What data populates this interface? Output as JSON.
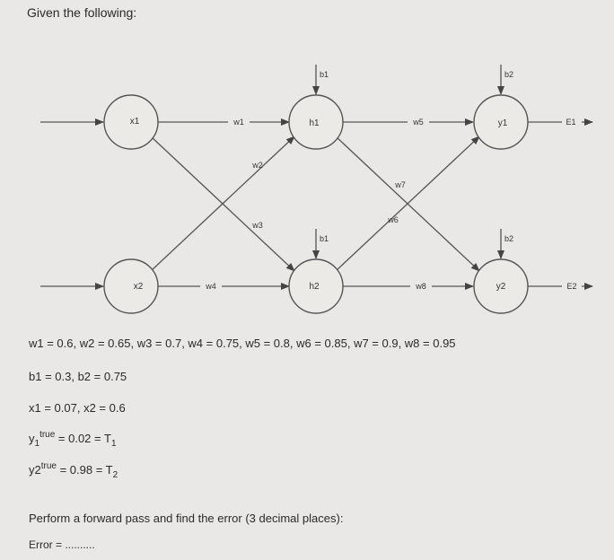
{
  "title": "Given the following:",
  "network": {
    "nodes": {
      "x1": "x1",
      "x2": "x2",
      "h1": "h1",
      "h2": "h2",
      "y1": "y1",
      "y2": "y2"
    },
    "weights": {
      "w1": "w1",
      "w2": "w2",
      "w3": "w3",
      "w4": "w4",
      "w5": "w5",
      "w6": "w6",
      "w7": "w7",
      "w8": "w8"
    },
    "biases": {
      "h1": "b1",
      "h2": "b1",
      "y1": "b2",
      "y2": "b2"
    },
    "outputs": {
      "e1": "E1",
      "e2": "E2"
    }
  },
  "params": {
    "weights_text": "w1 = 0.6, w2 = 0.65, w3 = 0.7, w4 = 0.75, w5 = 0.8, w6  = 0.85, w7 = 0.9, w8 = 0.95",
    "biases_text": "b1 = 0.3, b2 = 0.75",
    "inputs_text": "x1 = 0.07, x2 = 0.6",
    "y1": {
      "base": "y",
      "sub": "1",
      "sup": "true",
      "rest": " = 0.02 = T",
      "rest_sub": "1"
    },
    "y2": {
      "base": "y2",
      "sup": "true",
      "rest": " = 0.98 = T",
      "rest_sub": "2"
    }
  },
  "question": "Perform a forward pass and find the error (3 decimal places):",
  "error_label": "Error = ",
  "error_blank": "..........",
  "colors": {
    "background": "#e9e8e6",
    "stroke": "#444444",
    "text": "#2a2a2a"
  }
}
